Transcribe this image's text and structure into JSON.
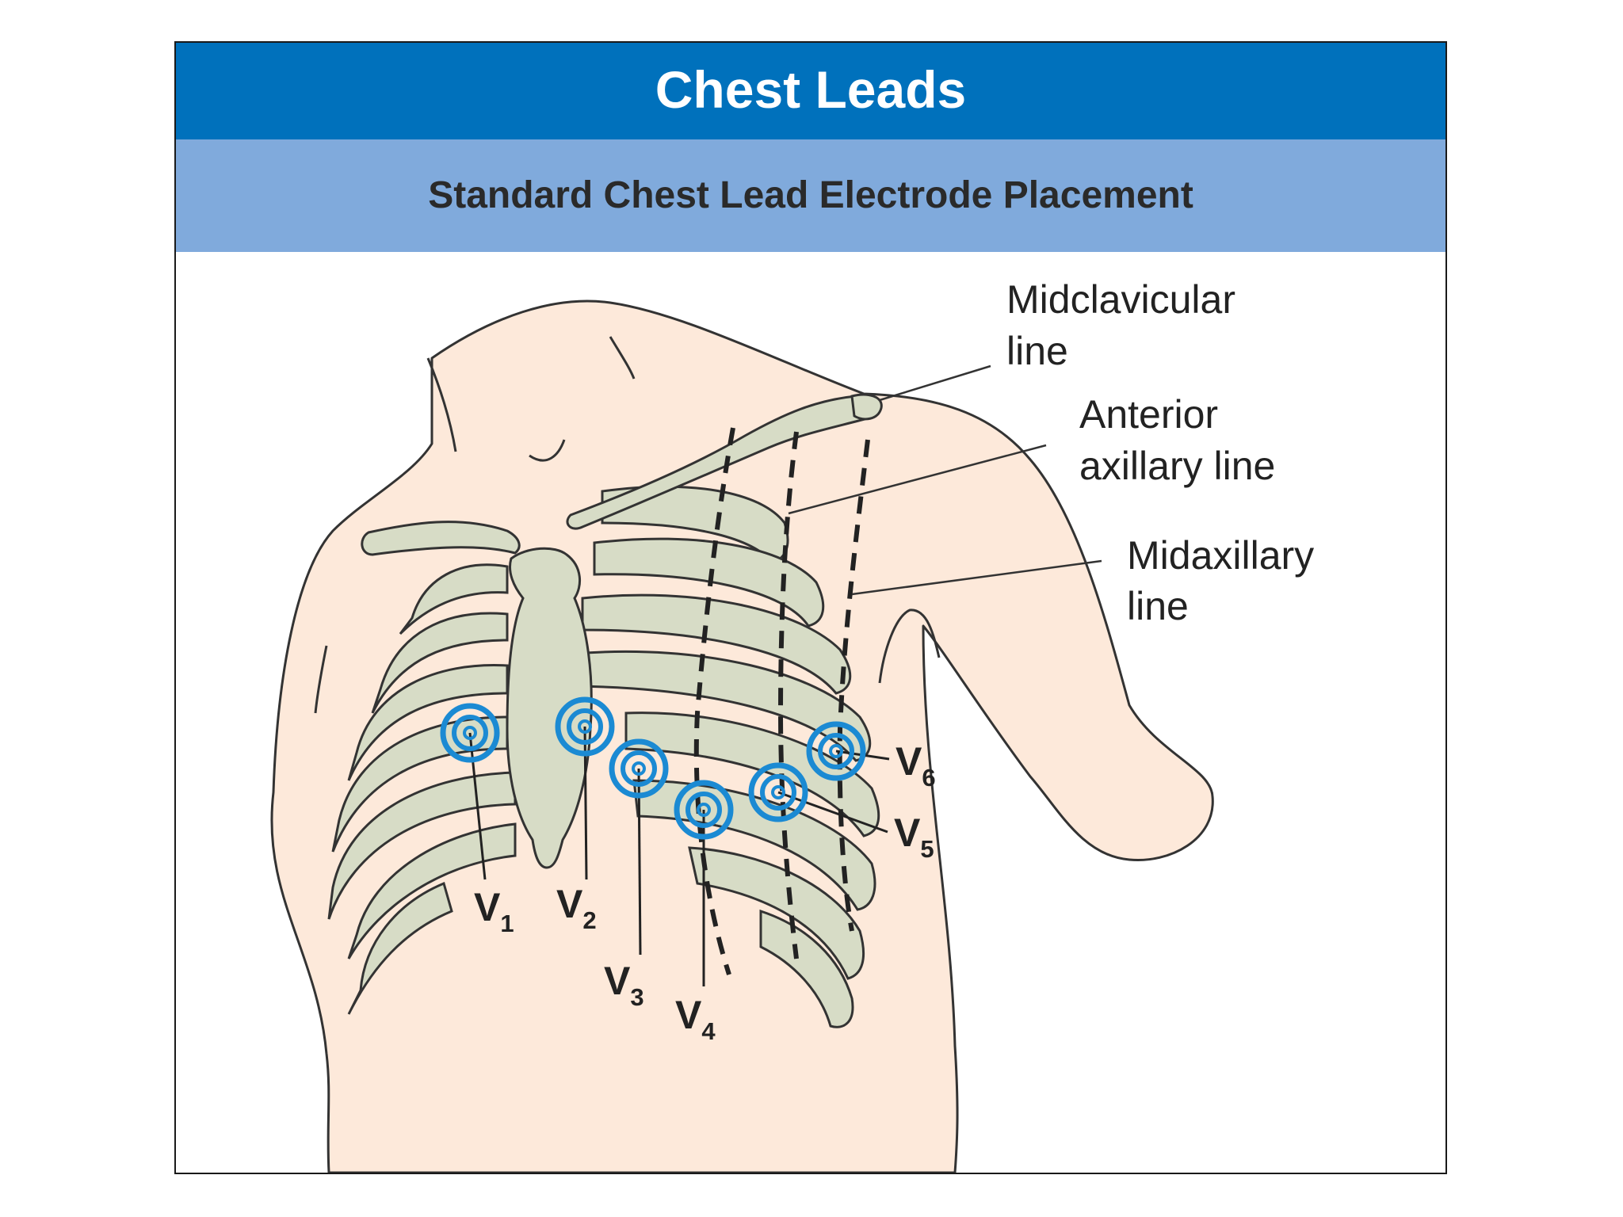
{
  "header": {
    "title": "Chest Leads",
    "subtitle": "Standard Chest Lead Electrode Placement"
  },
  "lines": {
    "midclavicular": [
      "Midclavicular",
      "line"
    ],
    "anterior_axillary": [
      "Anterior",
      "axillary line"
    ],
    "midaxillary": [
      "Midaxillary",
      "line"
    ]
  },
  "leads": [
    {
      "letter": "V",
      "sub": "1"
    },
    {
      "letter": "V",
      "sub": "2"
    },
    {
      "letter": "V",
      "sub": "3"
    },
    {
      "letter": "V",
      "sub": "4"
    },
    {
      "letter": "V",
      "sub": "5"
    },
    {
      "letter": "V",
      "sub": "6"
    }
  ],
  "colors": {
    "title_bg": "#0071bc",
    "subtitle_bg": "#80aadc",
    "skin": "#fde9da",
    "bone": "#d7dcc6",
    "electrode": "#1b8ad3"
  }
}
